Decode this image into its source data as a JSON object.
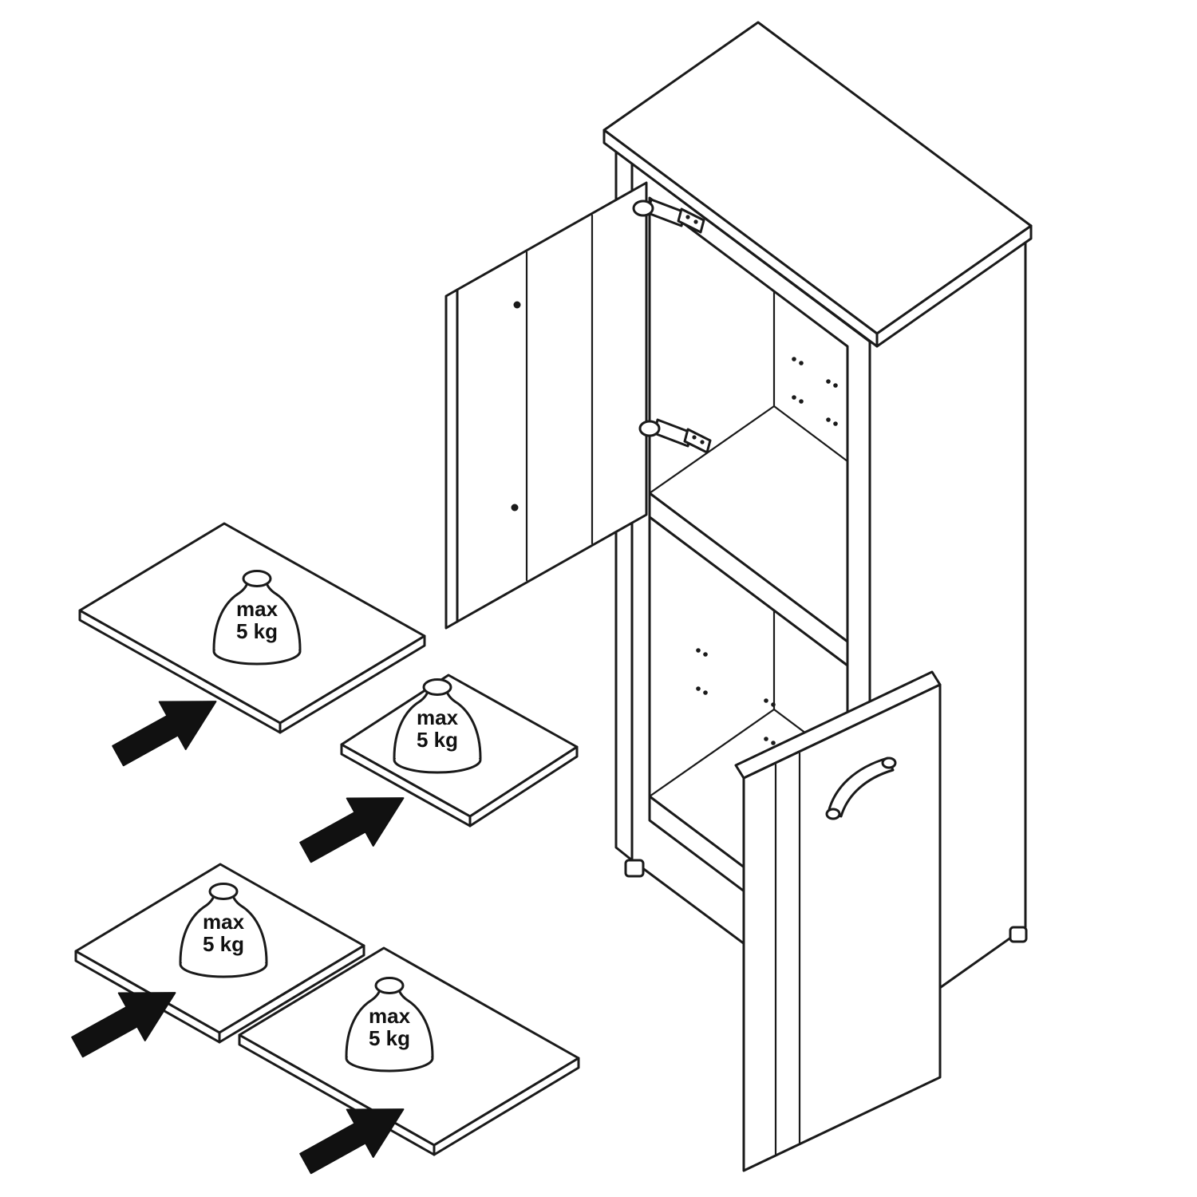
{
  "diagram": {
    "weights": [
      {
        "line1": "max",
        "line2": "5 kg"
      },
      {
        "line1": "max",
        "line2": "5 kg"
      },
      {
        "line1": "max",
        "line2": "5 kg"
      },
      {
        "line1": "max",
        "line2": "5 kg"
      }
    ]
  },
  "icons": {
    "weight": "max-load-weight",
    "arrow": "insert-direction-arrow",
    "hinge": "concealed-cabinet-hinge",
    "handle": "bow-door-handle"
  },
  "colors": {
    "background": "#ffffff",
    "line": "#1a1a1a",
    "arrow_fill": "#111111"
  }
}
